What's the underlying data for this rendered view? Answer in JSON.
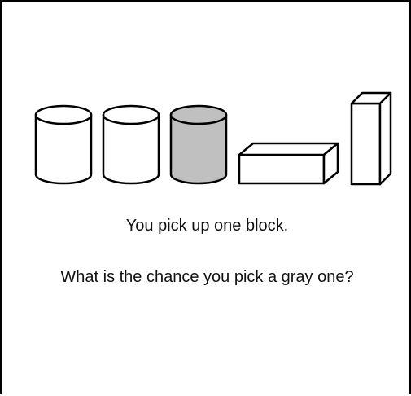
{
  "blocks": [
    {
      "shape": "cylinder",
      "fill": "#ffffff"
    },
    {
      "shape": "cylinder",
      "fill": "#ffffff"
    },
    {
      "shape": "cylinder",
      "fill": "#c0c0c0"
    },
    {
      "shape": "rectangular-prism",
      "fill": "#ffffff"
    },
    {
      "shape": "rectangular-prism",
      "fill": "#ffffff"
    }
  ],
  "statement": "You pick up one block.",
  "question": "What is the chance you pick a gray one?"
}
